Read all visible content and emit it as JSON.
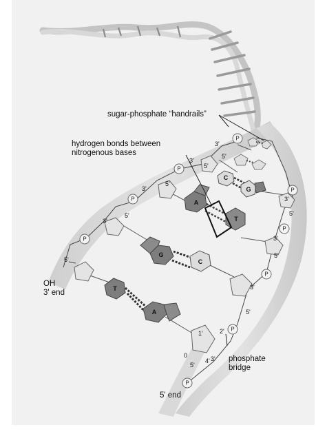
{
  "labels": {
    "handrails": "sugar-phosphate “handrails”",
    "hbonds_line1": "hydrogen bonds between",
    "hbonds_line2": "nitrogenous bases",
    "oh": "OH",
    "three_end": "3' end",
    "phosphate_line1": "phosphate",
    "phosphate_line2": "bridge",
    "five_end": "5' end"
  },
  "phosphate_symbol": "P",
  "strand_numbers": {
    "three_prime": "3'",
    "five_prime": "5'",
    "one_prime": "1'",
    "two_prime": "2'",
    "four_prime": "4'",
    "zero": "0"
  },
  "base_pairs": [
    {
      "left": "T",
      "right": "A"
    },
    {
      "left": "G",
      "right": "C"
    },
    {
      "left": "A",
      "right": "T"
    },
    {
      "left": "C",
      "right": "G"
    }
  ],
  "colors": {
    "backbone": "#d2d2d2",
    "dark_base": "#7a7a7a",
    "light_base": "#dcdcdc",
    "sugar": "#e4e4e4",
    "panel": "#f1f1f1"
  }
}
